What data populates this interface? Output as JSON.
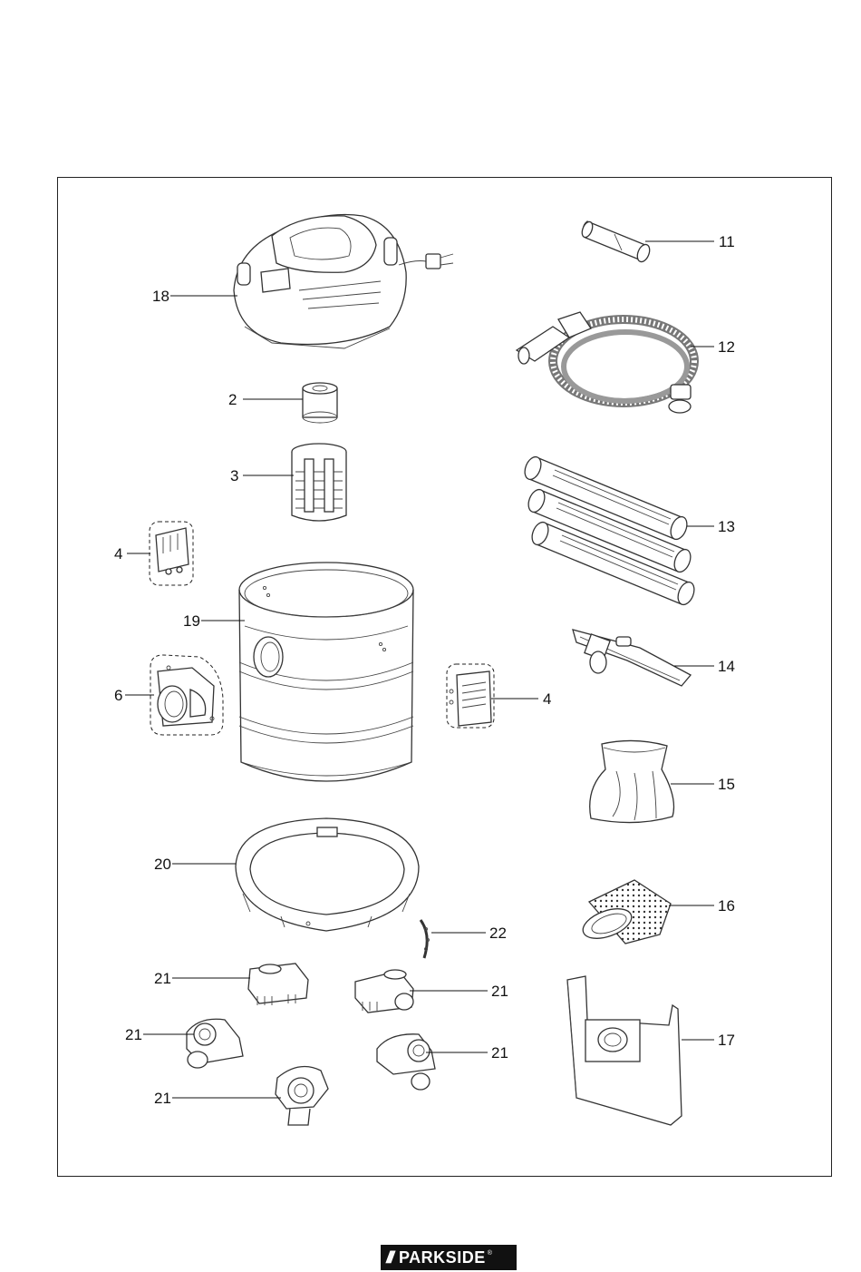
{
  "labels": {
    "n2": "2",
    "n3": "3",
    "n4a": "4",
    "n4b": "4",
    "n6": "6",
    "n11": "11",
    "n12": "12",
    "n13": "13",
    "n14": "14",
    "n15": "15",
    "n16": "16",
    "n17": "17",
    "n18": "18",
    "n19": "19",
    "n20": "20",
    "n21a": "21",
    "n21b": "21",
    "n21c": "21",
    "n21d": "21",
    "n21e": "21",
    "n22": "22"
  },
  "logo": {
    "slashes": "///",
    "text": "PARKSIDE",
    "reg": "®"
  }
}
